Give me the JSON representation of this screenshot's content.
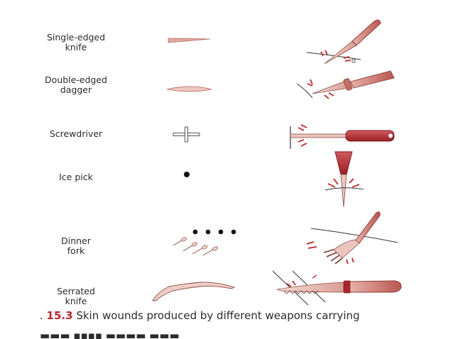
{
  "labels": {
    "single_edged_knife": [
      "Single-edged",
      "knife"
    ],
    "double_edged_dagger": [
      "Double-edged",
      "dagger"
    ],
    "screwdriver": [
      "Screwdriver"
    ],
    "ice_pick": [
      "Ice pick"
    ],
    "dinner_fork": [
      "Dinner",
      "fork"
    ],
    "serrated_knife": [
      "Serrated",
      "knife"
    ]
  },
  "caption": {
    "number": "15.3",
    "text": "Skin wounds produced by different weapons carrying"
  },
  "colors": {
    "handle_red": "#b2292e",
    "blade_pink": "#e3b0a8",
    "wound_pink": "#e7b9b0",
    "line_gray": "#555555",
    "text": "#2b2b2b"
  }
}
